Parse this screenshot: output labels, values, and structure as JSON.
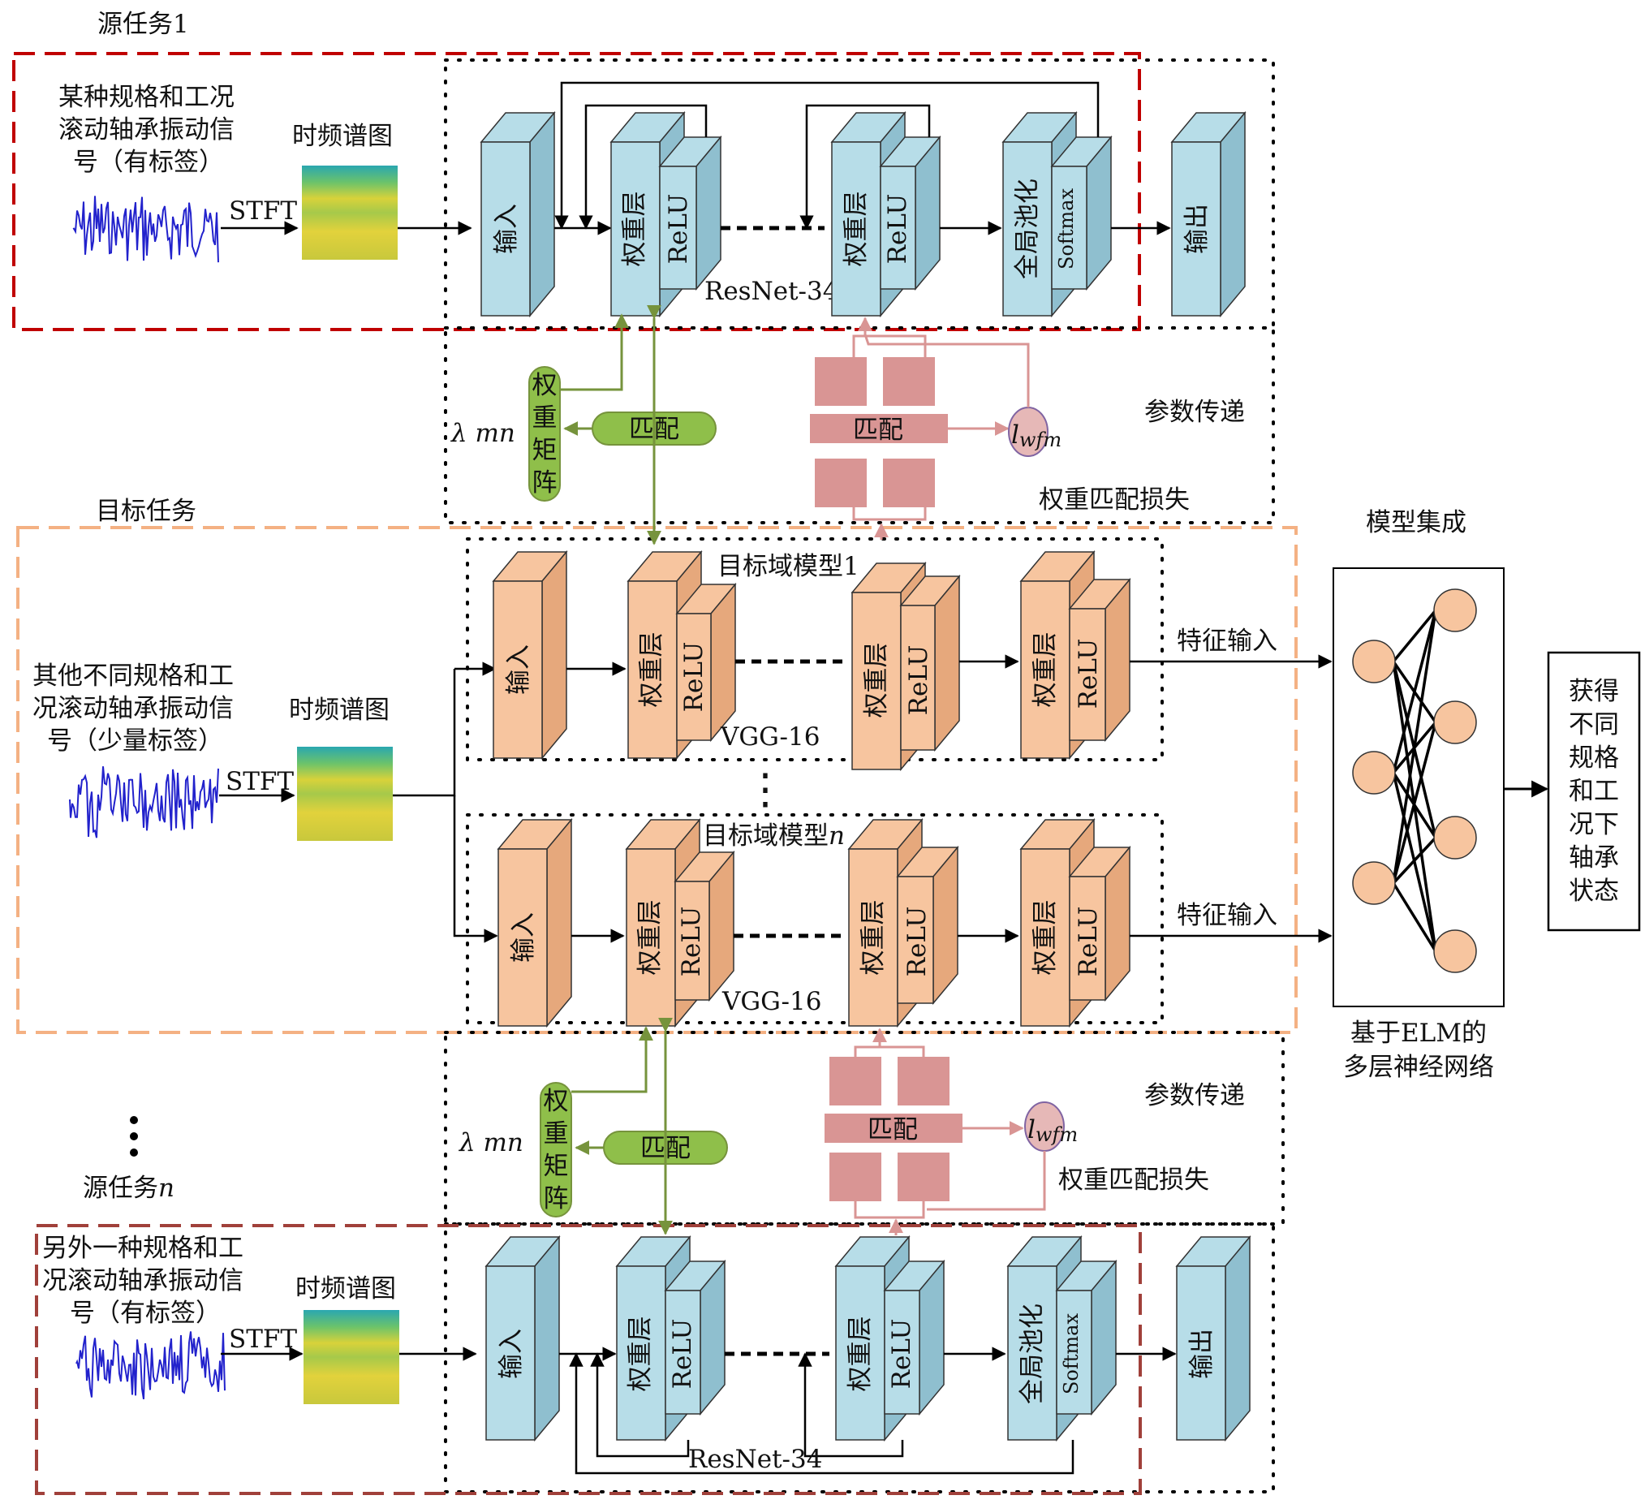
{
  "source_task_1": {
    "title": "源任务1",
    "signal_lines": [
      "某种规格和工况",
      "滚动轴承振动信",
      "号（有标签）"
    ],
    "stft": "STFT",
    "spectrogram": "时频谱图",
    "input": "输入",
    "weight_layer": "权重层",
    "relu": "ReLU",
    "network": "ResNet-34",
    "pool": "全局池化",
    "softmax": "Softmax",
    "output": "输出"
  },
  "transfer_1": {
    "param_transfer": "参数传递",
    "lambda": "λ mn",
    "matrix_chars": [
      "权",
      "重",
      "矩",
      "阵"
    ],
    "match": "匹配",
    "loss_symbol": "l",
    "loss_subscript": "wfm",
    "loss_label": "权重匹配损失"
  },
  "target_task": {
    "title": "目标任务",
    "signal_lines": [
      "其他不同规格和工",
      "况滚动轴承振动信",
      "号（少量标签）"
    ],
    "stft": "STFT",
    "spectrogram": "时频谱图",
    "model_1_title": "目标域模型1",
    "model_n_title": "目标域模型",
    "model_n_suffix": "n",
    "input": "输入",
    "weight_layer": "权重层",
    "relu": "ReLU",
    "network": "VGG-16",
    "feature_input": "特征输入",
    "vdots": "⋮"
  },
  "ensemble": {
    "title": "模型集成",
    "caption_lines": [
      "基于ELM的",
      "多层神经网络"
    ],
    "result_chars": [
      "获得",
      "不同",
      "规格",
      "和工",
      "况下",
      "轴承",
      "状态"
    ]
  },
  "transfer_n": {
    "param_transfer": "参数传递",
    "lambda": "λ mn",
    "matrix_chars": [
      "权",
      "重",
      "矩",
      "阵"
    ],
    "match": "匹配",
    "loss_symbol": "l",
    "loss_subscript": "wfm",
    "loss_label": "权重匹配损失"
  },
  "source_task_n": {
    "title_prefix": "源任务",
    "title_suffix": "n",
    "signal_lines": [
      "另外一种规格和工",
      "况滚动轴承振动信",
      "号（有标签）"
    ],
    "stft": "STFT",
    "spectrogram": "时频谱图",
    "input": "输入",
    "weight_layer": "权重层",
    "relu": "ReLU",
    "network": "ResNet-34",
    "pool": "全局池化",
    "softmax": "Softmax",
    "output": "输出"
  },
  "colors": {
    "source_block": "#b7dde8",
    "target_block": "#f7c59f",
    "match_green": "#8fbf4a",
    "match_pink": "#d99594",
    "source_frame": "#c00000",
    "target_frame": "#f4b183",
    "source_n_frame": "#a0403a",
    "neuron": "#f7c59f",
    "signal": "#2222cc"
  }
}
